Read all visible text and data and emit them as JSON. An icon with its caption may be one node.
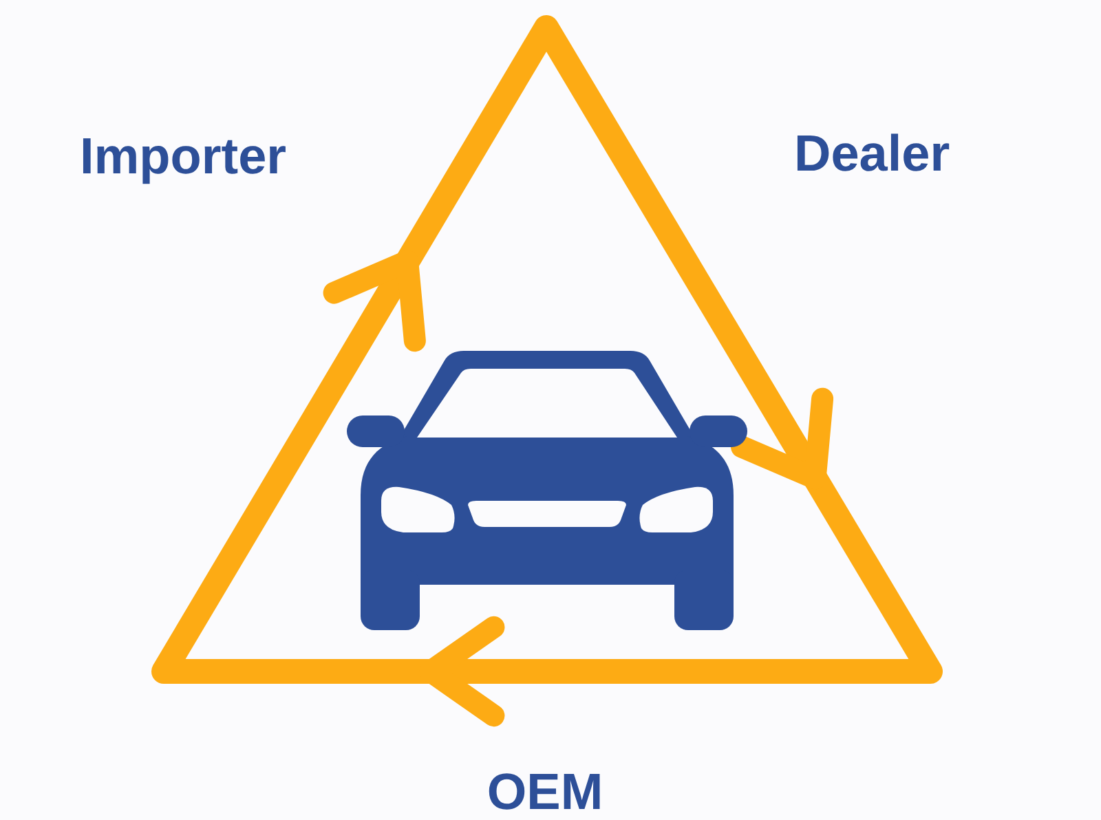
{
  "diagram": {
    "labels": [
      "Importer",
      "Dealer",
      "OEM"
    ]
  }
}
